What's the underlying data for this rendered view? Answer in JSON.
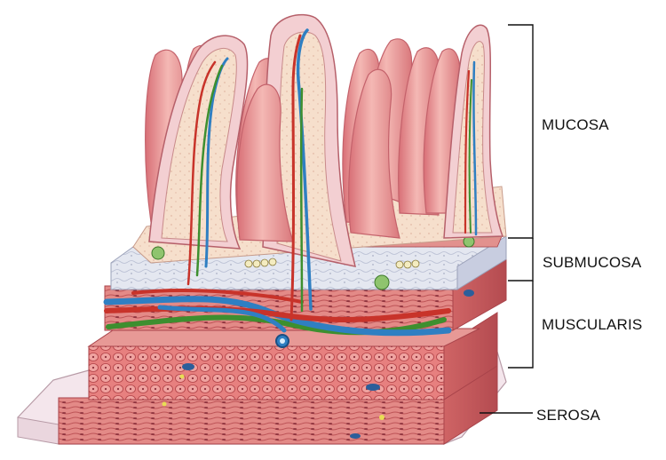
{
  "labels": {
    "mucosa": "MUCOSA",
    "submucosa": "SUBMUCOSA",
    "muscularis": "MUSCULARIS",
    "serosa": "SEROSA"
  },
  "colors": {
    "villus_core": "#e88b8f",
    "villus_highlight": "#f6c3c0",
    "epithelium": "#f4d3d6",
    "lamina_propria": "#f6dcc8",
    "submucosa": "#dfe3ee",
    "muscle": "#d9706f",
    "muscle_dark": "#b94f52",
    "artery": "#d23c32",
    "vein": "#3a8fd1",
    "lymphatic": "#4aa33a",
    "serosa": "#f3e4ea"
  }
}
